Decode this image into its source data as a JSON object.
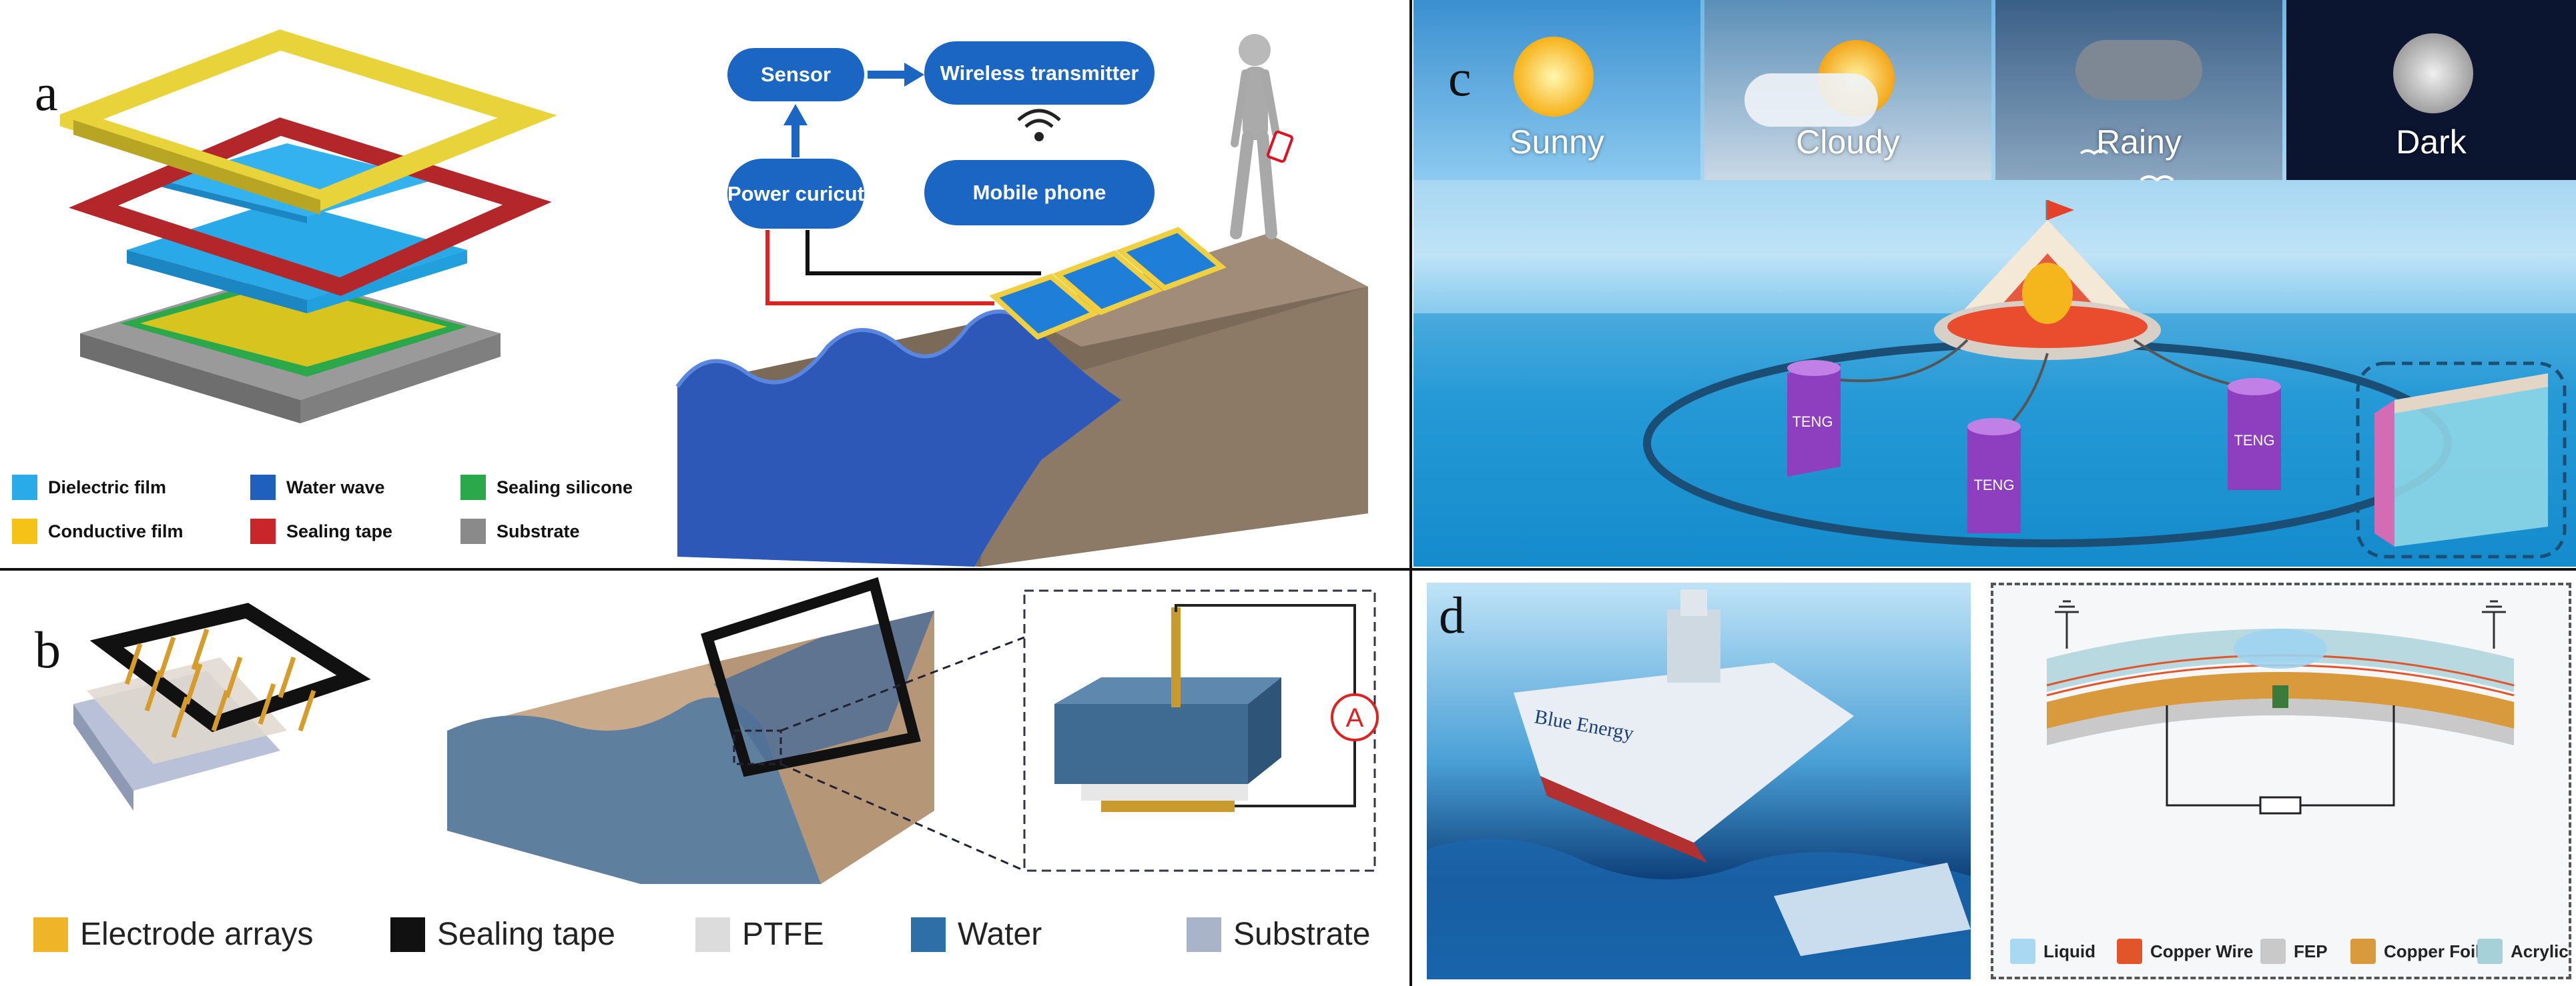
{
  "labels": {
    "a": "a",
    "b": "b",
    "c": "c",
    "d": "d"
  },
  "panel_a": {
    "flow": {
      "sensor": "Sensor",
      "transmitter": "Wireless transmitter",
      "power": "Power curicut",
      "phone": "Mobile phone"
    },
    "legend": [
      {
        "label": "Dielectric film",
        "color": "#29aae9"
      },
      {
        "label": "Water wave",
        "color": "#1f5fbd"
      },
      {
        "label": "Sealing silicone",
        "color": "#2aa84a"
      },
      {
        "label": "Conductive film",
        "color": "#f4c316"
      },
      {
        "label": "Sealing tape",
        "color": "#c8262a"
      },
      {
        "label": "Substrate",
        "color": "#8a8a8a"
      }
    ]
  },
  "panel_b": {
    "ammeter": "A",
    "legend": [
      {
        "label": "Electrode arrays",
        "color": "#f0b429"
      },
      {
        "label": "Sealing tape",
        "color": "#111111"
      },
      {
        "label": "PTFE",
        "color": "#dcdcdc"
      },
      {
        "label": "Water",
        "color": "#2f6fa8"
      },
      {
        "label": "Substrate",
        "color": "#a9b4c8"
      }
    ]
  },
  "panel_c": {
    "weather": [
      "Sunny",
      "Cloudy",
      "Rainy",
      "Dark"
    ],
    "teng": [
      "TENG",
      "TENG",
      "TENG"
    ]
  },
  "panel_d": {
    "ship_name": "Blue Energy",
    "legend": [
      {
        "label": "Liquid",
        "color": "#a9d8f2"
      },
      {
        "label": "Copper Wire",
        "color": "#e2552a"
      },
      {
        "label": "FEP",
        "color": "#c9c9c9"
      },
      {
        "label": "Copper Foil",
        "color": "#d89a3c"
      },
      {
        "label": "Acrylic",
        "color": "#a7d1d8"
      }
    ]
  }
}
